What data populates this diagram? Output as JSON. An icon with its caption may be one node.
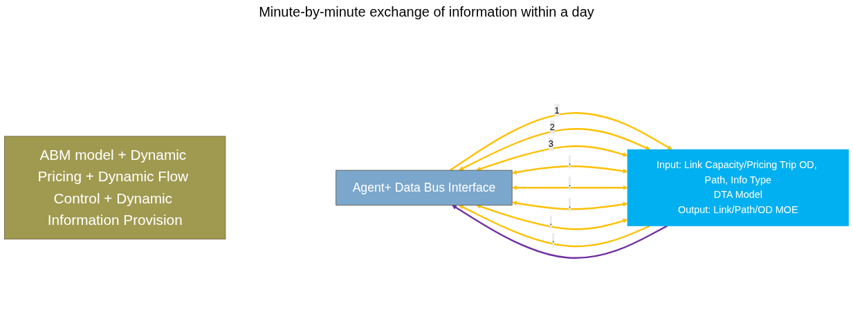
{
  "diagram": {
    "title": "Minute-by-minute exchange of information within a day",
    "nodes": [
      {
        "text": [
          "ABM model + Dynamic Pricing + Dynamic Flow Control + Dynamic Information Provision"
        ]
      },
      {
        "text": [
          "Agent+ Data Bus Interface"
        ]
      },
      {
        "text": [
          "Input: Link Capacity/Pricing Trip OD, Path, Info Type",
          "DTA Model",
          "Output: Link/Path/OD MOE"
        ]
      }
    ],
    "edges": [
      {
        "from": 1,
        "to": 2,
        "arrow": "to",
        "label": "1"
      },
      {
        "from": 1,
        "to": 2,
        "arrow": "both",
        "label": "2"
      },
      {
        "from": 1,
        "to": 2,
        "arrow": "both",
        "label": "3"
      },
      {
        "from": 1,
        "to": 2,
        "arrow": "both",
        "label": "."
      },
      {
        "from": 1,
        "to": 2,
        "arrow": "both",
        "label": "."
      },
      {
        "from": 1,
        "to": 2,
        "arrow": "both",
        "label": "."
      },
      {
        "from": 1,
        "to": 2,
        "arrow": "both",
        "label": "."
      },
      {
        "from": 2,
        "to": 1,
        "arrow": "to",
        "label": "."
      },
      {
        "from": 2,
        "to": 1,
        "arrow": "to",
        "color": "#7030a0"
      }
    ]
  }
}
